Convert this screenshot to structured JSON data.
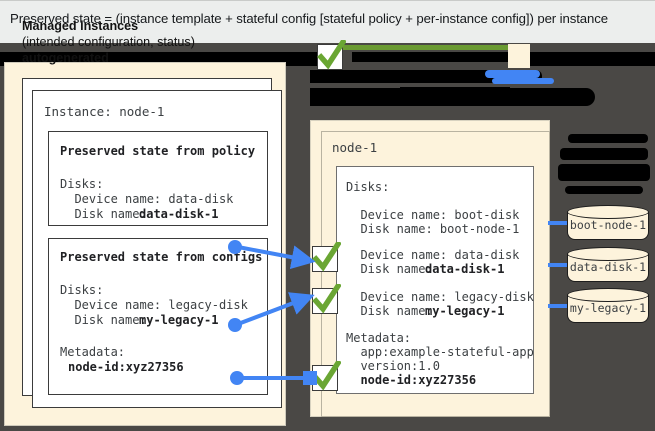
{
  "caption": {
    "text": "Preserved state = (instance template + stateful config [stateful policy + per-instance config]) per instance"
  },
  "colors": {
    "panel_cream": "#fdf3dc",
    "backdrop_dark": "#4a4845",
    "arrow_blue": "#4285f4",
    "check_green": "#6aa633",
    "redaction_black": "#000000",
    "caption_bg": "#eceeed"
  },
  "left_panel": {
    "title": "Managed instances",
    "subtitle": "(intended configuration, status)",
    "autogenerated": "autogenerated",
    "instance_card": {
      "heading": "Instance: node-1",
      "policy_box": {
        "heading": "Preserved state from policy",
        "lines": [
          "Disks:",
          "  Device name: data-disk",
          "  Disk name: "
        ],
        "disk_name_bold": "data-disk-1"
      },
      "configs_box": {
        "heading": "Preserved state from configs",
        "lines": [
          "Disks:",
          "  Device name: legacy-disk",
          "  Disk name: "
        ],
        "disk_name_bold": "my-legacy-1",
        "metadata_label": "Metadata:",
        "metadata_value": "node-id:xyz27356"
      }
    }
  },
  "right_panel": {
    "node_title": "node-1",
    "disks_label": "Disks:",
    "entries": [
      {
        "device": "  Device name: boot-disk",
        "disk": "  Disk name: boot-node-1",
        "bold": false,
        "checked": false
      },
      {
        "device": "  Device name: data-disk",
        "disk_prefix": "  Disk name: ",
        "disk_bold": "data-disk-1",
        "checked": true
      },
      {
        "device": "  Device name: legacy-disk",
        "disk_prefix": "  Disk name: ",
        "disk_bold": "my-legacy-1",
        "checked": true
      }
    ],
    "metadata": {
      "label": "Metadata:",
      "items": [
        {
          "text": "  app:example-stateful-app",
          "bold": false
        },
        {
          "text": "  version:1.0",
          "bold": false
        },
        {
          "text": "  node-id:xyz27356",
          "bold": true,
          "checked": true
        }
      ]
    }
  },
  "disks": [
    {
      "label": "boot-node-1"
    },
    {
      "label": "data-disk-1"
    },
    {
      "label": "my-legacy-1"
    }
  ],
  "icons": {
    "check": "check-icon"
  }
}
